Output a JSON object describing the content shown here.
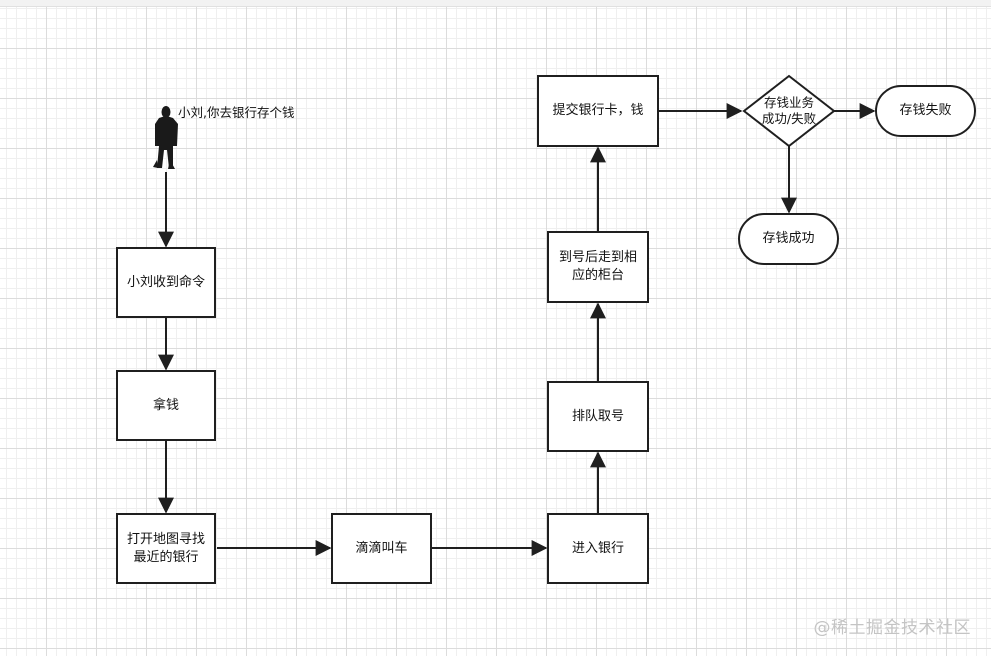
{
  "diagram": {
    "actor_speech": "小刘,你去银行存个钱",
    "nodes": {
      "receive_order": "小刘收到命令",
      "take_money": "拿钱",
      "open_map": "打开地图寻找\n最近的银行",
      "call_didi": "滴滴叫车",
      "enter_bank": "进入银行",
      "queue_number": "排队取号",
      "go_to_counter": "到号后走到相\n应的柜台",
      "submit_card": "提交银行卡，钱",
      "decision": "存钱业务\n成功/失败",
      "deposit_fail": "存钱失败",
      "deposit_success": "存钱成功"
    }
  },
  "watermark": "@稀土掘金技术社区",
  "colors": {
    "stroke": "#1f1f1f",
    "grid_major": "#dcdcdc",
    "grid_minor": "#efefef",
    "watermark": "#c4c4c4"
  }
}
